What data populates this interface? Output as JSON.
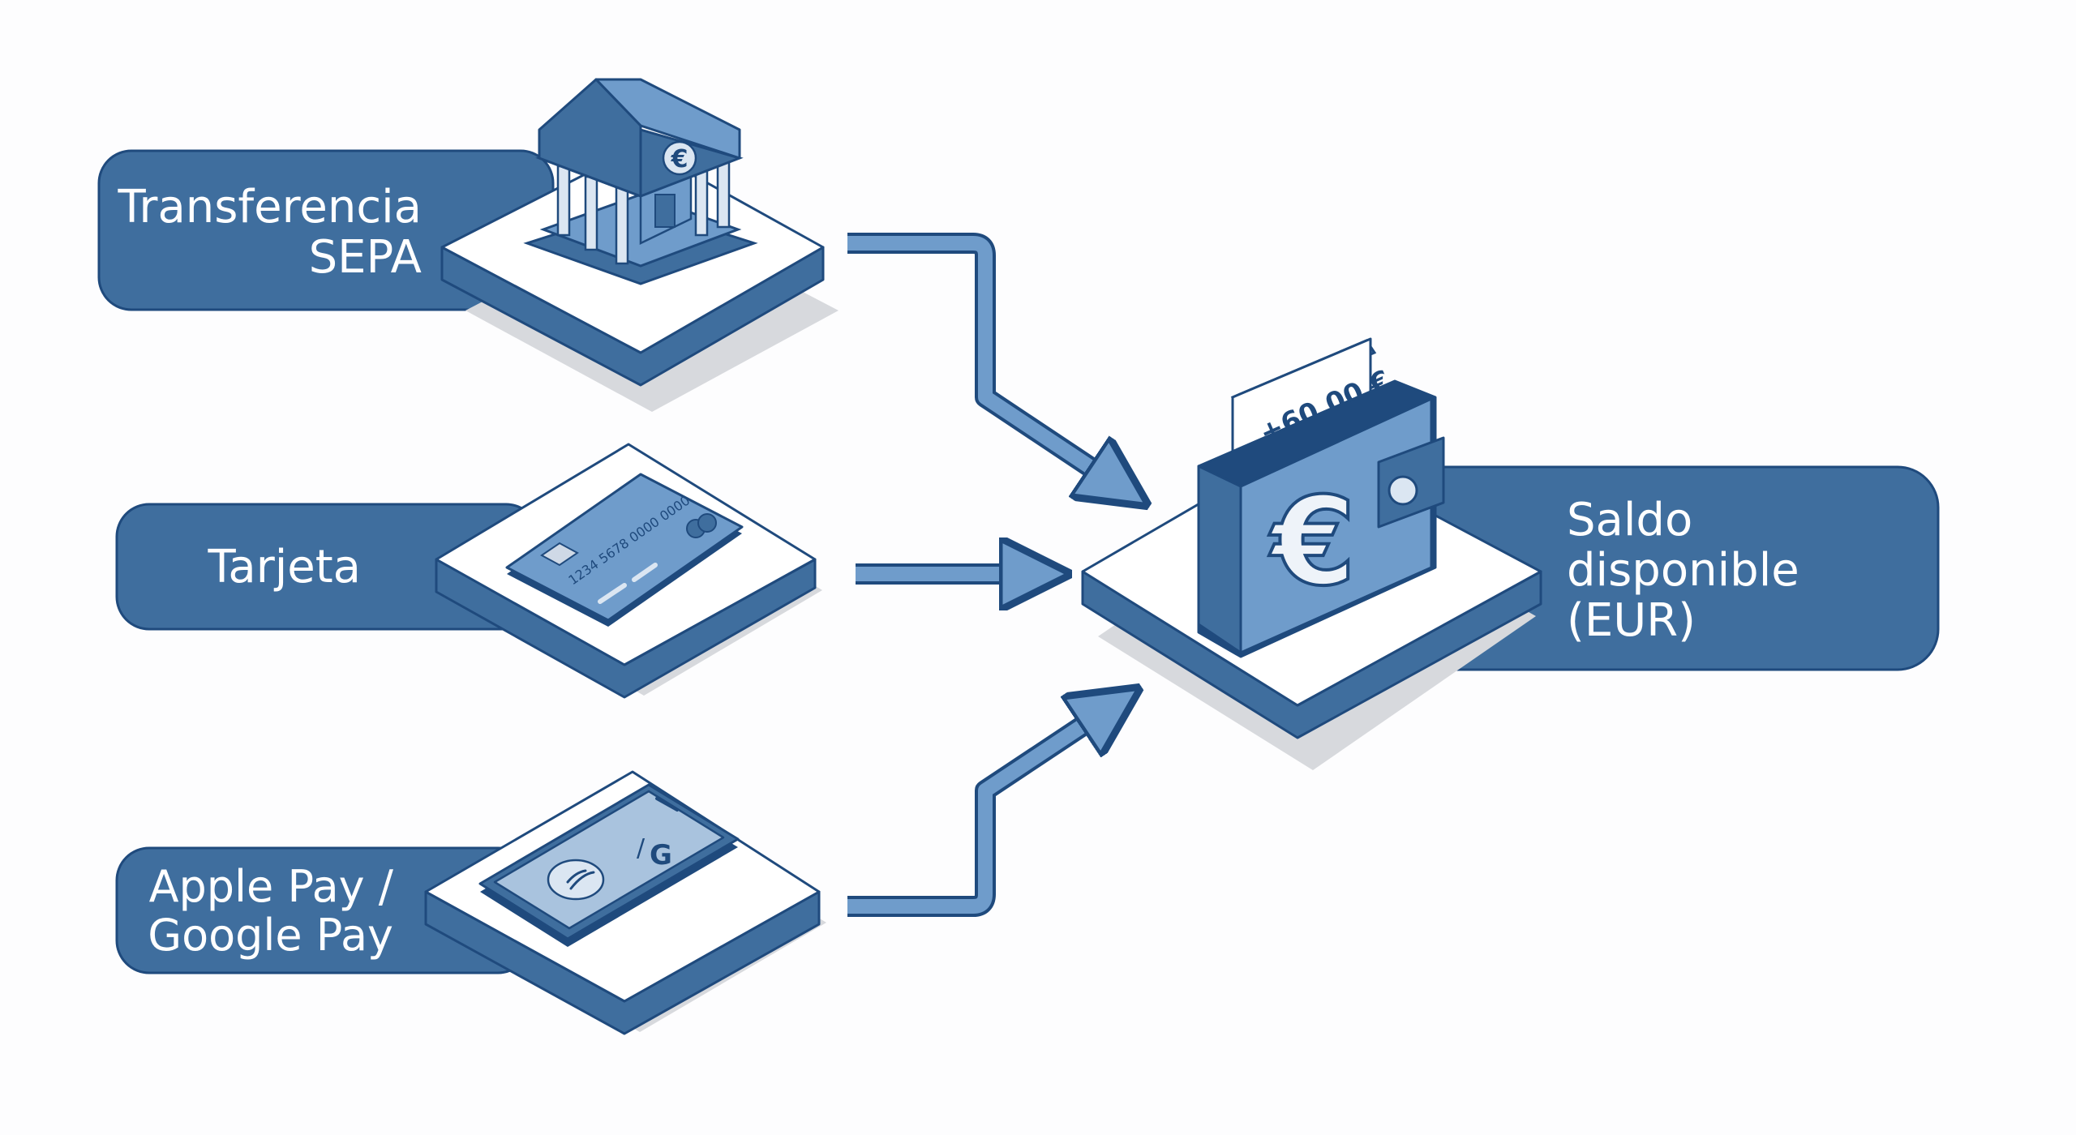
{
  "colors": {
    "primary": "#3f6e9e",
    "primary_dark": "#1f4a7d",
    "primary_light": "#6f9ccb",
    "platform_face": "#ffffff",
    "platform_side": "#3f6e9e",
    "shadow": "#d7d9dd",
    "label_text": "#ffffff",
    "background": "#fdfdfe"
  },
  "sources": [
    {
      "id": "sepa",
      "lines": [
        "Transferencia",
        "SEPA"
      ],
      "icon": "bank-euro-icon",
      "icon_glyph": "€"
    },
    {
      "id": "card",
      "lines": [
        "Tarjeta"
      ],
      "icon": "credit-card-icon",
      "card_number": "1234 5678 0000 0000"
    },
    {
      "id": "wallet_pay",
      "lines": [
        "Apple Pay /",
        "Google Pay"
      ],
      "icon": "smartphone-payment-icon",
      "apple_glyph": "",
      "google_glyph": "G",
      "separator": "/"
    }
  ],
  "target": {
    "lines": [
      "Saldo",
      "disponible",
      "(EUR)"
    ],
    "icon": "wallet-euro-icon",
    "euro_glyph": "€",
    "note_amount": "+60,00 €"
  }
}
